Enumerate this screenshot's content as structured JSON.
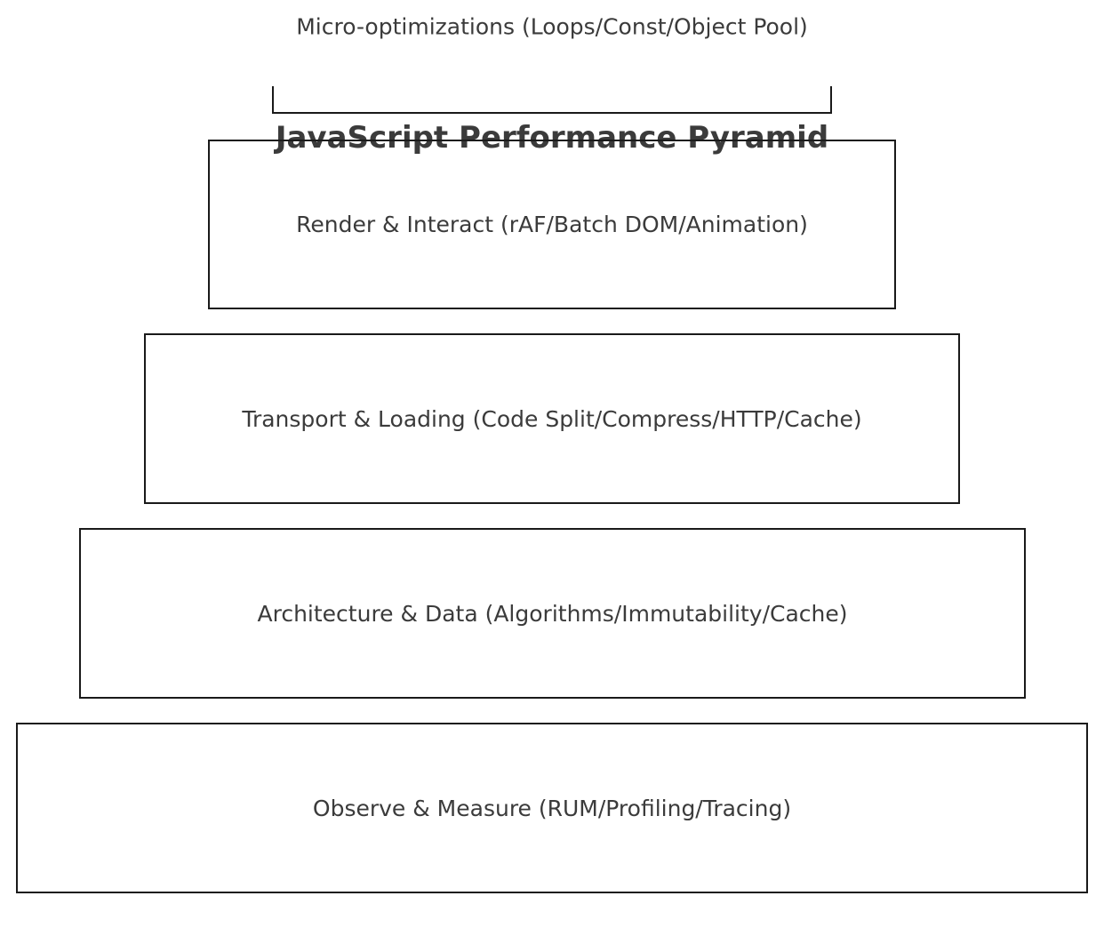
{
  "title": "JavaScript Performance Pyramid",
  "colors": {
    "background": "#ffffff",
    "border": "#1a1a1a",
    "text": "#3b3b3b"
  },
  "pyramid": {
    "type": "pyramid",
    "levels": [
      {
        "label": "Micro-optimizations (Loops/Const/Object Pool)"
      },
      {
        "label": "Render & Interact (rAF/Batch DOM/Animation)"
      },
      {
        "label": "Transport & Loading (Code Split/Compress/HTTP/Cache)"
      },
      {
        "label": "Architecture & Data (Algorithms/Immutability/Cache)"
      },
      {
        "label": "Observe & Measure (RUM/Profiling/Tracing)"
      }
    ]
  }
}
